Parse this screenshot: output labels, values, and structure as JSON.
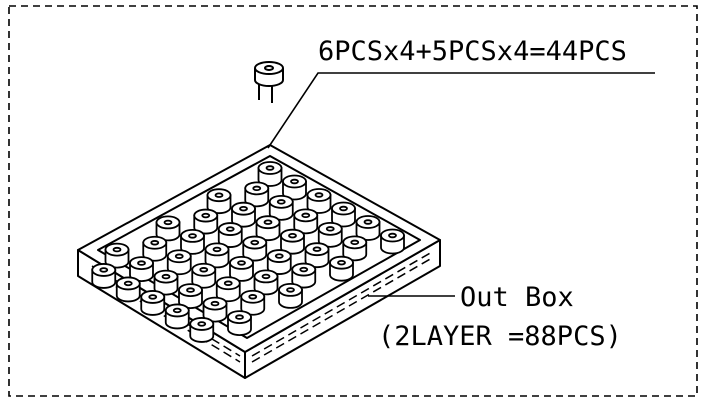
{
  "diagram": {
    "quantity_label": "6PCSx4+5PCSx4=44PCS",
    "box_label": "Out Box",
    "layer_label": "(2LAYER =88PCS)"
  }
}
